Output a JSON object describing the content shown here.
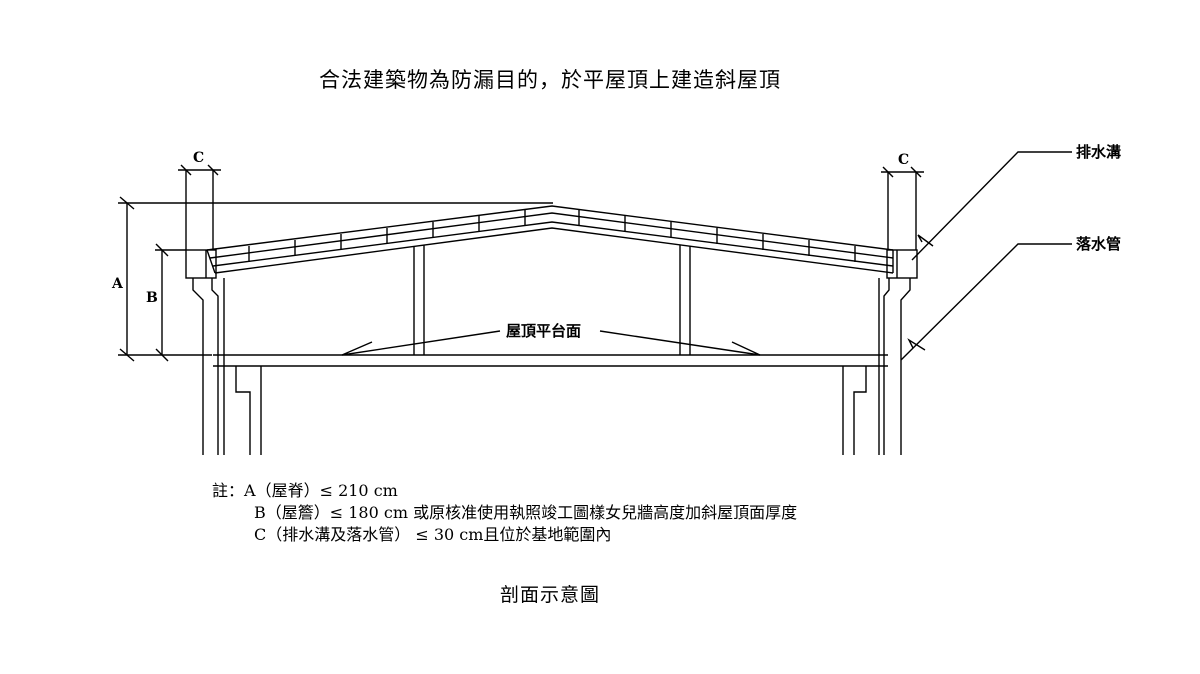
{
  "title": "合法建築物為防漏目的，於平屋頂上建造斜屋頂",
  "labels": {
    "dim_a": "A",
    "dim_b": "B",
    "dim_c_left": "C",
    "dim_c_right": "C",
    "gutter": "排水溝",
    "downpipe": "落水管",
    "roof_platform": "屋頂平台面"
  },
  "notes": {
    "prefix": "註：",
    "line_a": "A（屋脊）≤ 210 cm",
    "line_b": "B（屋簷）≤ 180 cm 或原核准使用執照竣工圖樣女兒牆高度加斜屋頂面厚度",
    "line_c": "C（排水溝及落水管） ≤ 30 cm且位於基地範圍內"
  },
  "caption": "剖面示意圖"
}
